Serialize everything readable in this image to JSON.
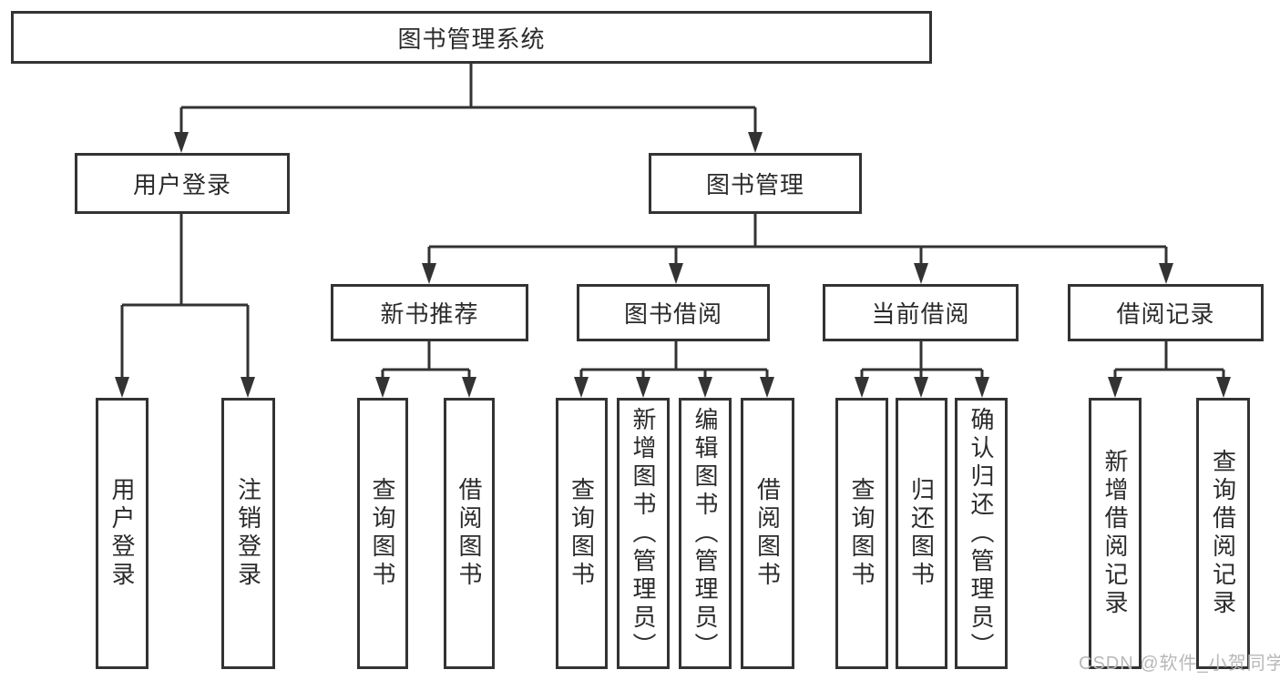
{
  "colors": {
    "line": "#333333",
    "text": "#2b2b2b",
    "watermark": "#b8b8b8",
    "background": "#ffffff"
  },
  "watermark": {
    "text": "CSDN @软件_小贺同学"
  },
  "tree": {
    "root": {
      "label": "图书管理系统"
    },
    "branches": [
      {
        "label": "用户登录",
        "children": [
          {
            "label": "用户登录"
          },
          {
            "label": "注销登录"
          }
        ]
      },
      {
        "label": "图书管理",
        "groups": [
          {
            "label": "新书推荐",
            "children": [
              {
                "label": "查询图书"
              },
              {
                "label": "借阅图书"
              }
            ]
          },
          {
            "label": "图书借阅",
            "children": [
              {
                "label": "查询图书"
              },
              {
                "label": "新增图书（管理员）"
              },
              {
                "label": "编辑图书（管理员）"
              },
              {
                "label": "借阅图书"
              }
            ]
          },
          {
            "label": "当前借阅",
            "children": [
              {
                "label": "查询图书"
              },
              {
                "label": "归还图书"
              },
              {
                "label": "确认归还（管理员）"
              }
            ]
          },
          {
            "label": "借阅记录",
            "children": [
              {
                "label": "新增借阅记录"
              },
              {
                "label": "查询借阅记录"
              }
            ]
          }
        ]
      }
    ]
  }
}
